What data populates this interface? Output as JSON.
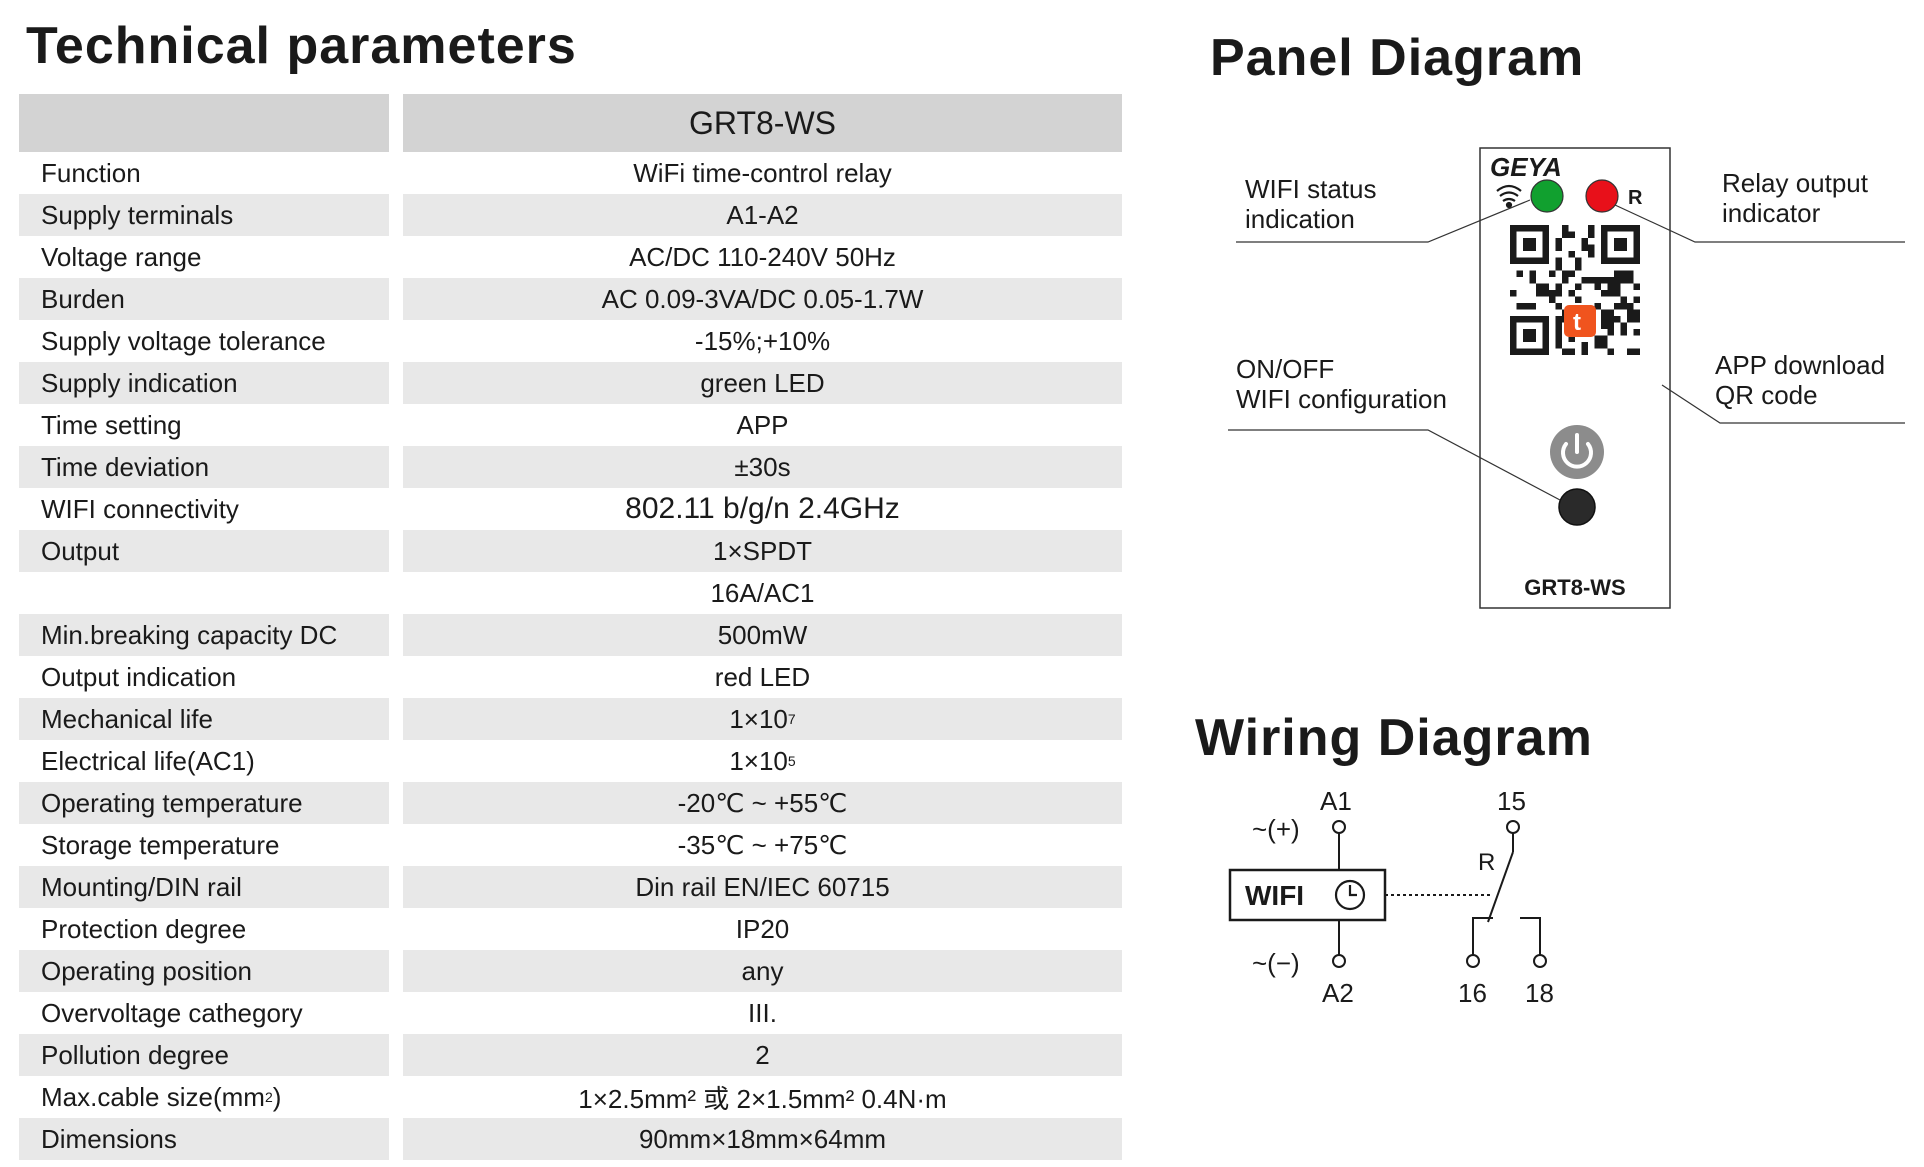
{
  "titles": {
    "technical": "Technical parameters",
    "panel": "Panel Diagram",
    "wiring": "Wiring Diagram"
  },
  "table": {
    "header_model": "GRT8-WS",
    "rows": [
      {
        "label": "Function",
        "value": "WiFi time-control relay"
      },
      {
        "label": "Supply terminals",
        "value": "A1-A2"
      },
      {
        "label": "Voltage range",
        "value": "AC/DC 110-240V 50Hz"
      },
      {
        "label": "Burden",
        "value": "AC 0.09-3VA/DC 0.05-1.7W"
      },
      {
        "label": "Supply voltage tolerance",
        "value": "-15%;+10%"
      },
      {
        "label": "Supply indication",
        "value": "green LED"
      },
      {
        "label": "Time setting",
        "value": "APP"
      },
      {
        "label": "Time deviation",
        "value": "±30s"
      },
      {
        "label": "WIFI connectivity",
        "value": "802.11 b/g/n  2.4GHz"
      },
      {
        "label": "Output",
        "value": "1×SPDT"
      },
      {
        "label": "",
        "value": "16A/AC1"
      },
      {
        "label": "Min.breaking capacity DC",
        "value": "500mW"
      },
      {
        "label": "Output indication",
        "value": "red LED"
      },
      {
        "label": "Mechanical life",
        "value": "1×10",
        "sup": "7"
      },
      {
        "label": "Electrical life(AC1)",
        "value": "1×10",
        "sup": "5"
      },
      {
        "label": "Operating temperature",
        "value": "-20℃ ~ +55℃"
      },
      {
        "label": "Storage temperature",
        "value": "-35℃ ~ +75℃"
      },
      {
        "label": "Mounting/DIN rail",
        "value": "Din rail EN/IEC 60715"
      },
      {
        "label": "Protection degree",
        "value": "IP20"
      },
      {
        "label": "Operating position",
        "value": "any"
      },
      {
        "label": "Overvoltage cathegory",
        "value": "III."
      },
      {
        "label": "Pollution degree",
        "value": "2"
      },
      {
        "label": "Max.cable size(mm",
        "label_sup": "2",
        "label_tail": ")",
        "value": "1×2.5mm² 或 2×1.5mm²   0.4N·m"
      },
      {
        "label": "Dimensions",
        "value": "90mm×18mm×64mm"
      }
    ]
  },
  "panel": {
    "brand": "GEYA",
    "led_r_label": "R",
    "model_label": "GRT8-WS",
    "callouts": {
      "wifi_status_1": "WIFI status",
      "wifi_status_2": "indication",
      "relay_output_1": "Relay output",
      "relay_output_2": "indicator",
      "onoff_1": "ON/OFF",
      "onoff_2": "WIFI configuration",
      "app_qr_1": "APP download",
      "app_qr_2": "QR code"
    },
    "colors": {
      "green_led": "#11a02f",
      "red_led": "#e8101a",
      "button_grey": "#8c8c8c",
      "tuya_orange": "#f0541e"
    }
  },
  "wiring": {
    "a1": "A1",
    "a2": "A2",
    "plus": "~(+)",
    "minus": "~(−)",
    "wifi_box": "WIFI",
    "t15": "15",
    "t16": "16",
    "t18": "18",
    "relay_r": "R"
  }
}
